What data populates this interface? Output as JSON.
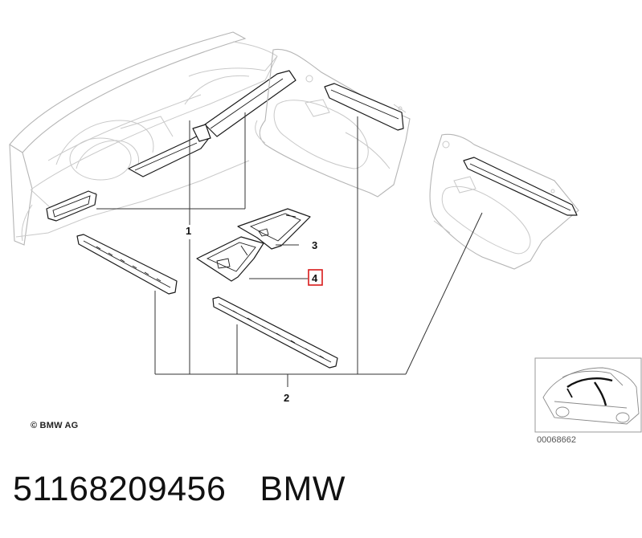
{
  "diagram": {
    "callouts": [
      {
        "id": "1",
        "label": "1"
      },
      {
        "id": "2",
        "label": "2"
      },
      {
        "id": "3",
        "label": "3"
      },
      {
        "id": "4",
        "label": "4",
        "highlighted": true
      }
    ],
    "highlight_color": "#d81b1b",
    "copyright": "© BMW AG",
    "reference_code": "00068662"
  },
  "footer": {
    "part_number": "51168209456",
    "brand": "BMW"
  }
}
